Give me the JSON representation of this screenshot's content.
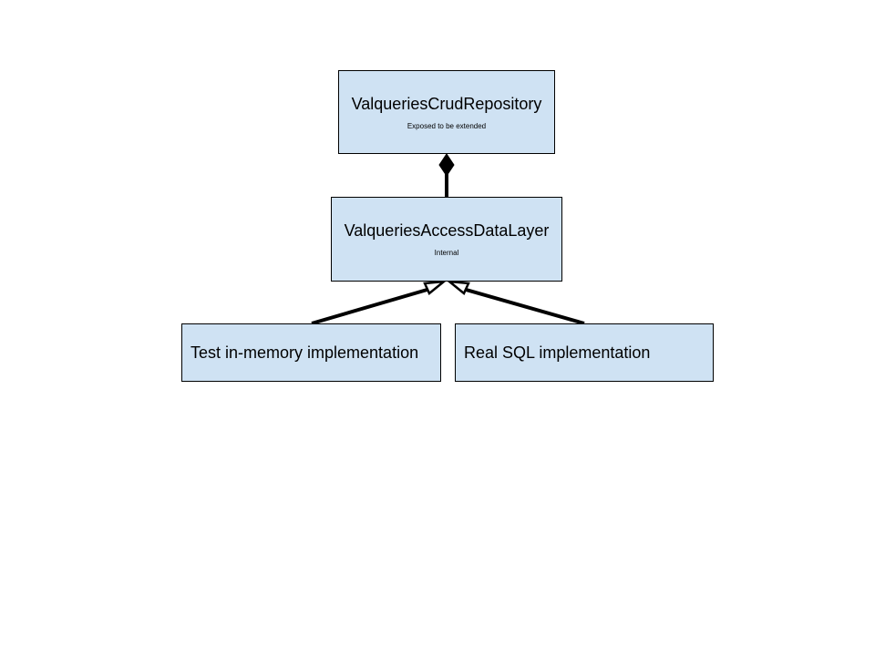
{
  "diagram": {
    "nodes": {
      "crud_repository": {
        "title": "ValqueriesCrudRepository",
        "subtitle": "Exposed to be extended"
      },
      "access_data_layer": {
        "title": "ValqueriesAccessDataLayer",
        "subtitle": "Internal"
      },
      "test_impl": {
        "title": "Test in-memory implementation"
      },
      "sql_impl": {
        "title": "Real SQL implementation"
      }
    },
    "edges": [
      {
        "from": "access_data_layer",
        "to": "crud_repository",
        "type": "composition"
      },
      {
        "from": "test_impl",
        "to": "access_data_layer",
        "type": "inheritance"
      },
      {
        "from": "sql_impl",
        "to": "access_data_layer",
        "type": "inheritance"
      }
    ],
    "colors": {
      "box_fill": "#cfe2f3",
      "box_stroke": "#000000",
      "connector": "#000000",
      "background": "#ffffff"
    }
  }
}
